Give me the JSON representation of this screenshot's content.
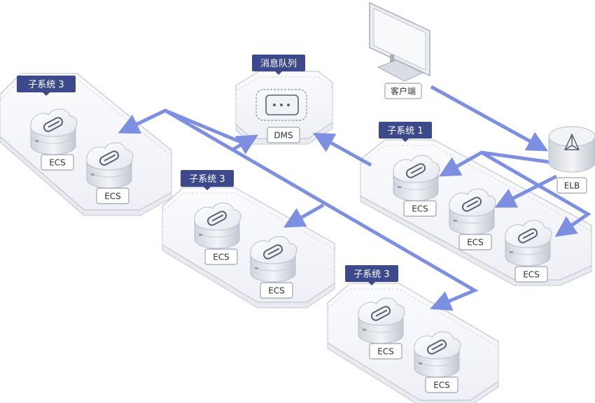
{
  "colors": {
    "tag_bg": "#3c4a8c",
    "flow_line": "#7d8fe0",
    "platform_edge": "#b9bdc9",
    "label_border": "#9ea4b4"
  },
  "client": {
    "label": "客户端",
    "icon": "monitor-icon"
  },
  "elb": {
    "label": "ELB",
    "icon": "elb-icon"
  },
  "queue": {
    "tag": "消息队列",
    "label": "DMS",
    "icon": "message-queue-icon"
  },
  "subsystems": [
    {
      "tag": "子系统 1",
      "servers": [
        "ECS",
        "ECS",
        "ECS"
      ]
    },
    {
      "tag": "子系统 3",
      "servers": [
        "ECS",
        "ECS"
      ]
    },
    {
      "tag": "子系统 3",
      "servers": [
        "ECS",
        "ECS"
      ]
    },
    {
      "tag": "子系统 3",
      "servers": [
        "ECS",
        "ECS"
      ]
    }
  ]
}
